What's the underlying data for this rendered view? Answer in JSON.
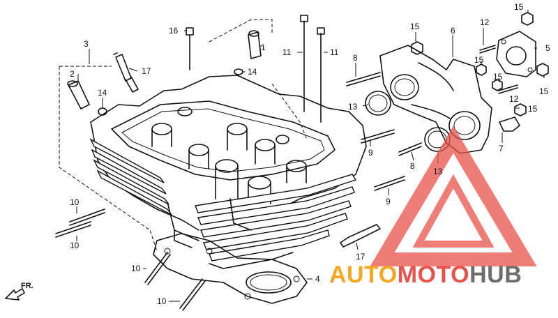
{
  "callouts": {
    "c1": "1",
    "c2": "2",
    "c3": "3",
    "c4": "4",
    "c5": "5",
    "c6": "6",
    "c7": "7",
    "c8a": "8",
    "c8b": "8",
    "c9a": "9",
    "c9b": "9",
    "c10a": "10",
    "c10b": "10",
    "c10c": "10",
    "c10d": "10",
    "c11a": "11",
    "c11b": "11",
    "c12a": "12",
    "c12b": "12",
    "c13a": "13",
    "c13b": "13",
    "c14a": "14",
    "c14b": "14",
    "c15a": "15",
    "c15b": "15",
    "c15c": "15",
    "c15d": "15",
    "c15e": "15",
    "c15f": "15",
    "c16": "16",
    "c17a": "17",
    "c17b": "17"
  },
  "direction": {
    "label": "FR."
  },
  "watermark": {
    "part1": "AUTO",
    "part2": "MOTO",
    "part3": "HUB",
    "color_orange": "#f5a623",
    "color_red": "#e8524a",
    "color_gray": "#6d6d6d"
  }
}
